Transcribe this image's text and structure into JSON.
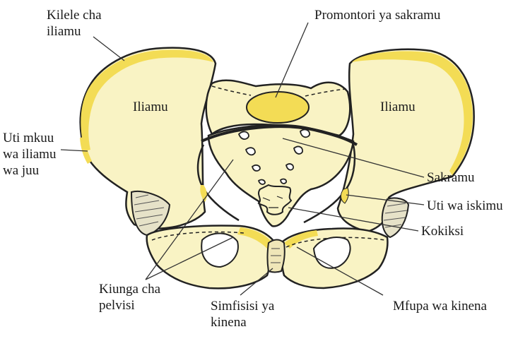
{
  "labels": {
    "iliac_crest": [
      "Kilele cha",
      "iliamu"
    ],
    "sacral_promontory": "Promontori ya sakramu",
    "ilium_left": "Iliamu",
    "ilium_right": "Iliamu",
    "anterior_superior_iliac_spine": [
      "Uti mkuu",
      "wa iliamu",
      "wa juu"
    ],
    "sacrum": "Sakramu",
    "ischial_spine": "Uti wa iskimu",
    "coccyx": "Kokiksi",
    "pelvic_brim": [
      "Kiunga cha",
      "pelvisi"
    ],
    "pubic_symphysis": [
      "Simfisisi ya",
      "kinena"
    ],
    "pubic_bone": "Mfupa wa kinena"
  },
  "colors": {
    "bone_fill": "#f9f3c4",
    "highlight_yellow": "#f3dc55",
    "outline": "#222222",
    "leader_line": "#333333"
  }
}
